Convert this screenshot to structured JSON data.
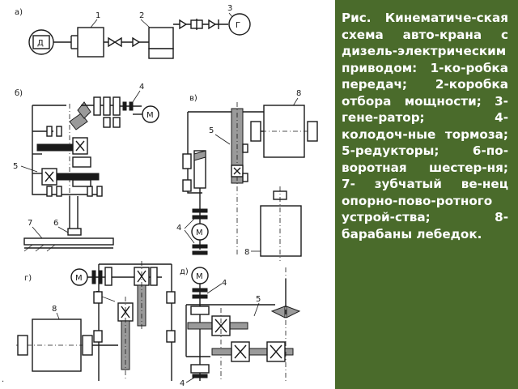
{
  "caption": {
    "text": "Рис. Кинематиче-ская схема авто-крана с дизель-электрическим приводом: 1-ко-робка передач; 2-коробка отбора мощности; 3-гене-ратор; 4-колодоч-ные тормоза; 5-редукторы; 6-по-воротная шестер-ня; 7- зубчатый ве-нец опорно-пово-ротного устрой-ства; 8-барабаны лебедок."
  },
  "diagram": {
    "panel_labels": [
      "а)",
      "б)",
      "в)",
      "г)",
      "д)"
    ],
    "part_numbers": [
      "1",
      "2",
      "3",
      "4",
      "5",
      "6",
      "7",
      "8"
    ],
    "engine_symbol": "Д",
    "generator_symbol": "Г",
    "motor_symbol": "М"
  },
  "colors": {
    "caption_background": "#4a6b2b",
    "caption_text": "#ffffff",
    "diagram_background": "#ffffff",
    "line": "#1a1a1a"
  }
}
